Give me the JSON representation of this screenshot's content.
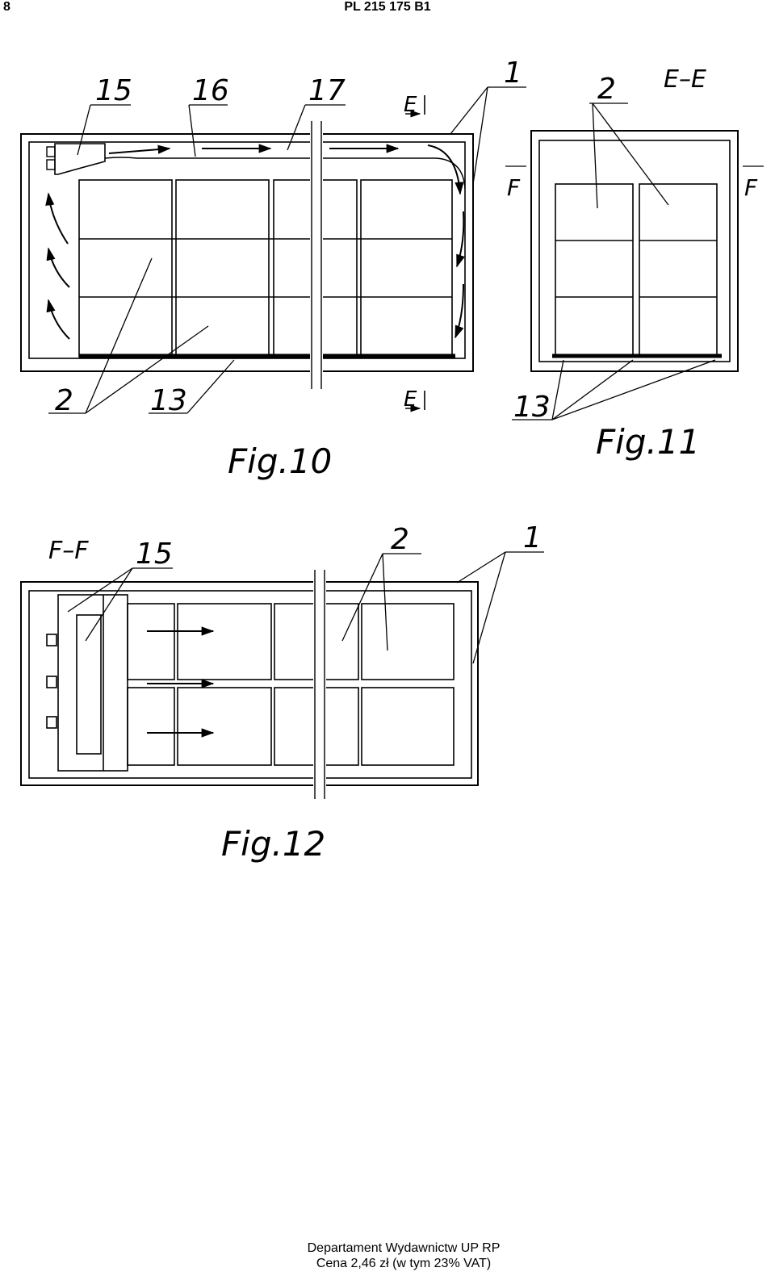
{
  "header": {
    "page_number": "8",
    "patent_id": "PL 215 175 B1"
  },
  "figures": {
    "fig10": {
      "caption": "Fig.10",
      "section_mark_top": "E",
      "section_mark_bottom": "E",
      "ref_labels": {
        "r15": "15",
        "r16": "16",
        "r17": "17",
        "r1": "1",
        "r2": "2",
        "r13": "13"
      }
    },
    "fig11": {
      "caption": "Fig.11",
      "section_title": "E–E",
      "section_mark_left": "F",
      "section_mark_right": "F",
      "ref_labels": {
        "r2": "2",
        "r13": "13"
      }
    },
    "fig12": {
      "caption": "Fig.12",
      "section_title": "F–F",
      "ref_labels": {
        "r15": "15",
        "r2": "2",
        "r1": "1"
      }
    }
  },
  "footer": {
    "line1": "Departament Wydawnictw UP RP",
    "line2": "Cena 2,46 zł (w tym 23% VAT)"
  }
}
